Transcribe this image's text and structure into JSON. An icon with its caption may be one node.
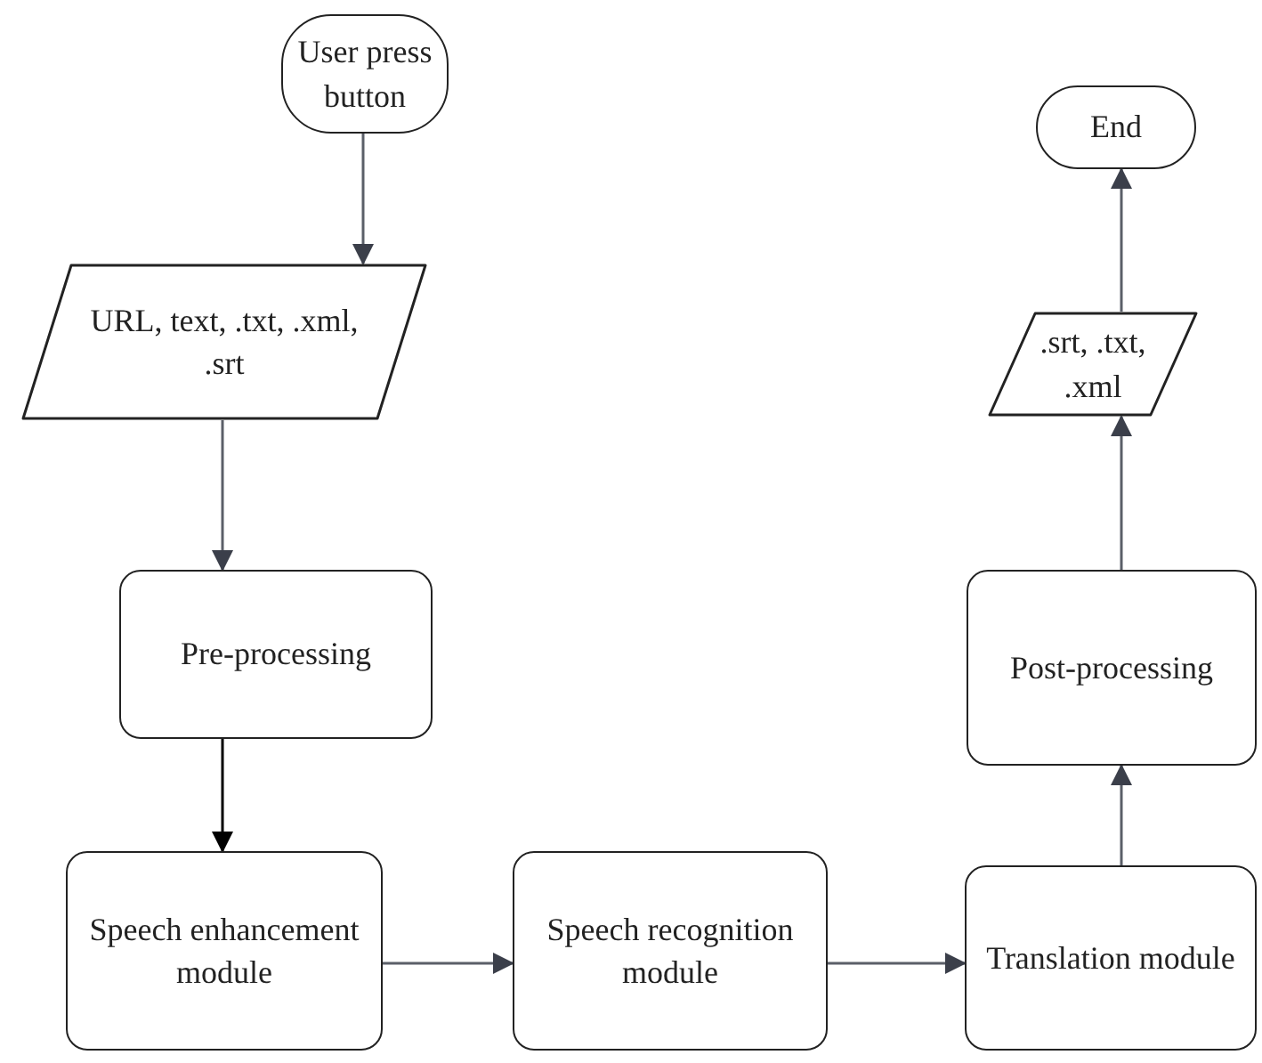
{
  "diagram": {
    "nodes": [
      {
        "text": [
          "User press button"
        ]
      },
      {
        "text": [
          "URL, text, .txt, .xml, .srt"
        ]
      },
      {
        "text": [
          "Pre-processing"
        ]
      },
      {
        "text": [
          "Speech enhancement module"
        ]
      },
      {
        "text": [
          "Speech recognition module"
        ]
      },
      {
        "text": [
          "Translation module"
        ]
      },
      {
        "text": [
          "Post-processing"
        ]
      },
      {
        "text": [
          ".srt, .txt, .xml"
        ]
      },
      {
        "text": [
          "End"
        ]
      }
    ],
    "edges": [
      {
        "from": 0,
        "to": 1,
        "arrow": "to"
      },
      {
        "from": 1,
        "to": 2,
        "arrow": "to"
      },
      {
        "from": 2,
        "to": 3,
        "arrow": "to",
        "color": "#000000"
      },
      {
        "from": 3,
        "to": 4,
        "arrow": "to"
      },
      {
        "from": 4,
        "to": 5,
        "arrow": "to"
      },
      {
        "from": 5,
        "to": 6,
        "arrow": "to"
      },
      {
        "from": 6,
        "to": 7,
        "arrow": "to"
      },
      {
        "from": 7,
        "to": 8,
        "arrow": "to"
      }
    ]
  }
}
